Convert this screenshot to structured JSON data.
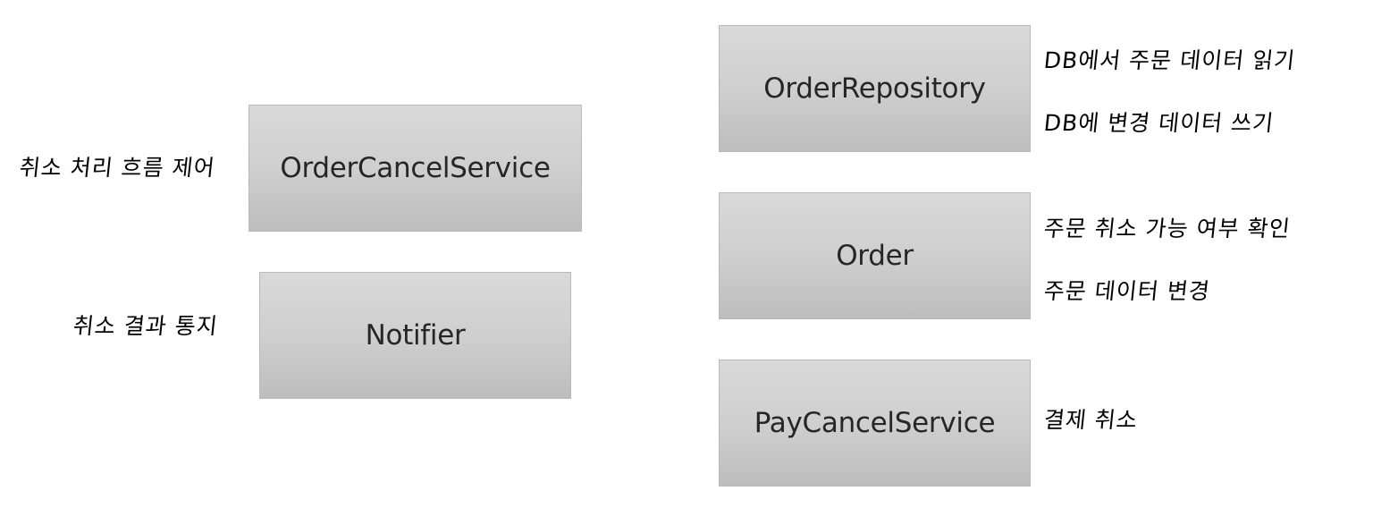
{
  "components": {
    "order_cancel_service": "OrderCancelService",
    "notifier": "Notifier",
    "order_repository": "OrderRepository",
    "order": "Order",
    "pay_cancel_service": "PayCancelService"
  },
  "notes": {
    "cancel_flow_control": "취소 처리 흐름 제어",
    "cancel_result_notify": "취소 결과 통지",
    "db_read_order": "DB에서 주문 데이터 읽기",
    "db_write_change": "DB에 변경 데이터 쓰기",
    "order_cancel_check": "주문 취소 가능 여부 확인",
    "order_data_change": "주문 데이터 변경",
    "payment_cancel": "결제 취소"
  }
}
